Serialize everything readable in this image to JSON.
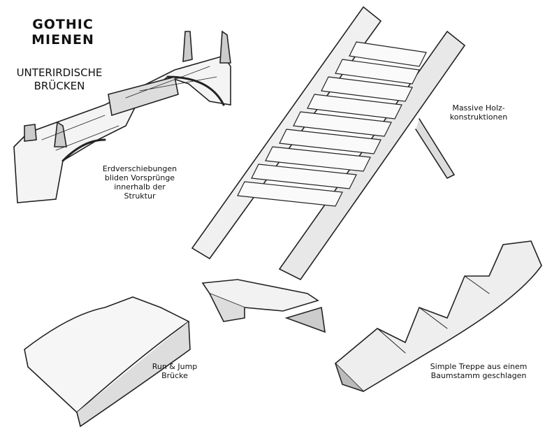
{
  "title": {
    "line1": "GOTHIC",
    "line2": "MIENEN"
  },
  "subtitle": {
    "line1": "UNTERIRDISCHE",
    "line2": "BRÜCKEN"
  },
  "labels": {
    "stone_bridge": [
      "Erdverschiebungen",
      "bliden Vorsprünge",
      "innerhalb der",
      "Struktur"
    ],
    "ladder_bridge": [
      "Massive Holz-",
      "konstruktionen"
    ],
    "plank": [
      "Run & Jump",
      "Brücke"
    ],
    "log_stairs": [
      "Simple Treppe aus einem",
      "Baumstamm geschlagen"
    ]
  }
}
